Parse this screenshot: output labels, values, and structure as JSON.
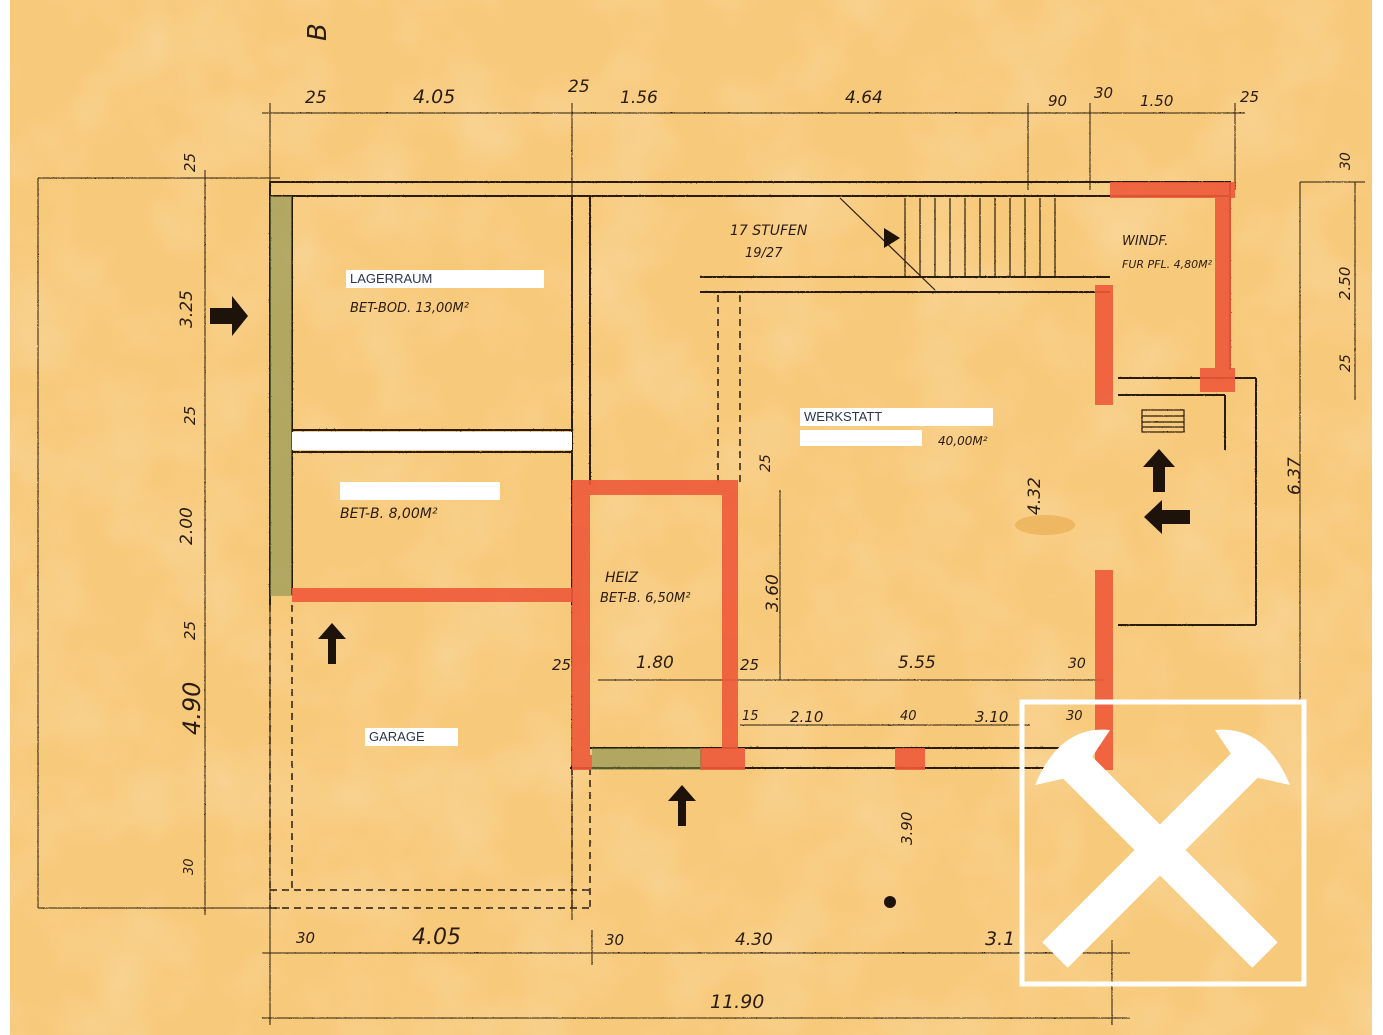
{
  "rooms": {
    "lagerraum": {
      "name": "LAGERRAUM",
      "area": "BET-BOD. 13,00M²"
    },
    "werkstatt": {
      "name": "WERKSTATT",
      "area": "40,00M²"
    },
    "garage": {
      "name": "GARAGE"
    },
    "room_mid": {
      "area": "BET-B. 8,00M²"
    },
    "heiz": {
      "name": "HEIZ",
      "area": "BET-B. 6,50M²"
    },
    "stairs": {
      "label": "17 STUFEN",
      "sub": "19/27"
    },
    "windfang": {
      "name": "WINDF.",
      "area": "FUR PFL. 4,80M²"
    }
  },
  "dimensions": {
    "top": [
      "25",
      "4.05",
      "25",
      "1.56",
      "4.64",
      "90",
      "30",
      "1.50",
      "25"
    ],
    "left": [
      "25",
      "3.25",
      "25",
      "2.00",
      "25",
      "4.90",
      "30"
    ],
    "right": [
      "30",
      "2.50",
      "25",
      "6.37"
    ],
    "interior": [
      "25",
      "1.80",
      "25",
      "5.55",
      "30",
      "15",
      "2.10",
      "40",
      "3.10",
      "30",
      "3.60",
      "4.32",
      "25",
      "3.90"
    ],
    "bottom": [
      "30",
      "4.05",
      "30",
      "4.30",
      "3.1"
    ],
    "overall": "11.90",
    "north": "B"
  },
  "logo": {
    "name": "raiffeisen-logo",
    "color": "#ffffff"
  },
  "colors": {
    "paper": "#f7c97a",
    "wall_red": "#ee5a3a",
    "ink": "#2a1c10"
  }
}
